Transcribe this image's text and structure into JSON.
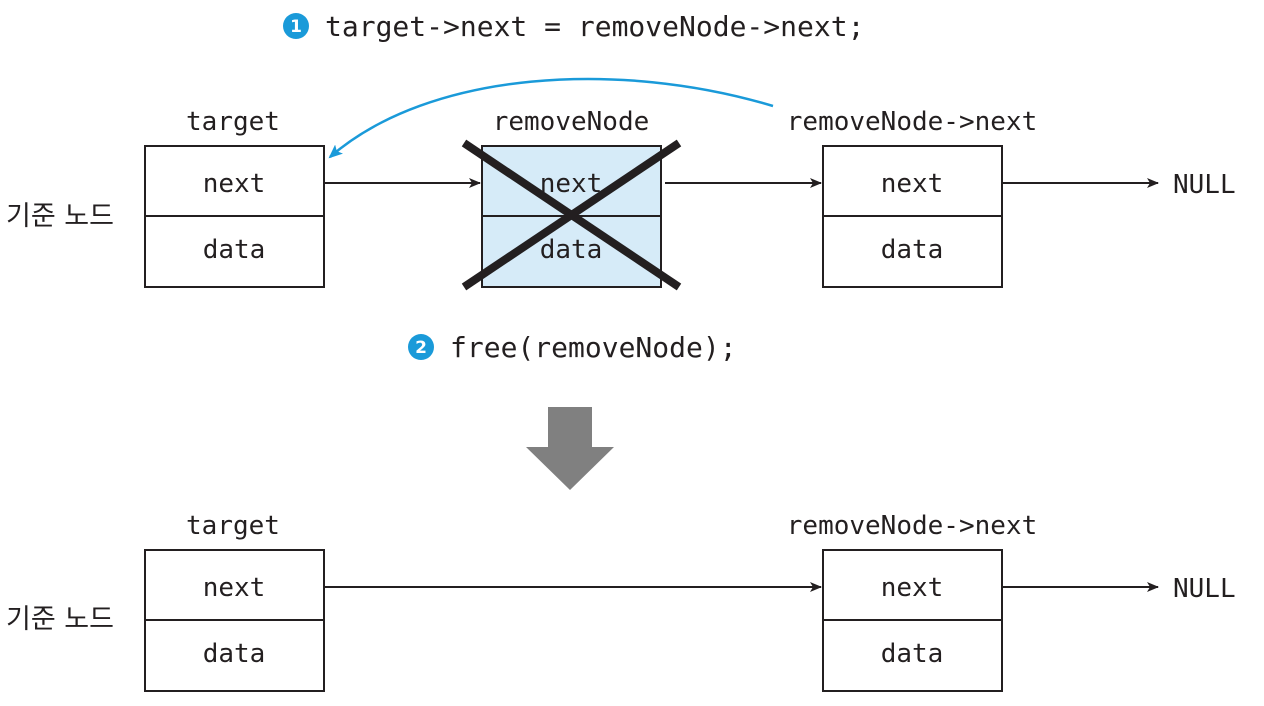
{
  "step1": {
    "marker": "1",
    "code": "target->next = removeNode->next;"
  },
  "step2": {
    "marker": "2",
    "code": "free(removeNode);"
  },
  "top": {
    "base_label": "기준 노드",
    "target": {
      "title": "target",
      "field_next": "next",
      "field_data": "data"
    },
    "remove": {
      "title": "removeNode",
      "field_next": "next",
      "field_data": "data"
    },
    "next_node": {
      "title": "removeNode->next",
      "field_next": "next",
      "field_data": "data"
    },
    "null_label": "NULL"
  },
  "bottom": {
    "base_label": "기준 노드",
    "target": {
      "title": "target",
      "field_next": "next",
      "field_data": "data"
    },
    "next_node": {
      "title": "removeNode->next",
      "field_next": "next",
      "field_data": "data"
    },
    "null_label": "NULL"
  },
  "colors": {
    "step_marker": "#1a9ad9",
    "relink_arrow": "#1a9ad9",
    "removed_fill": "#d6ebf8",
    "cross": "#231f20",
    "down_arrow": "#808080",
    "line": "#231f20"
  }
}
